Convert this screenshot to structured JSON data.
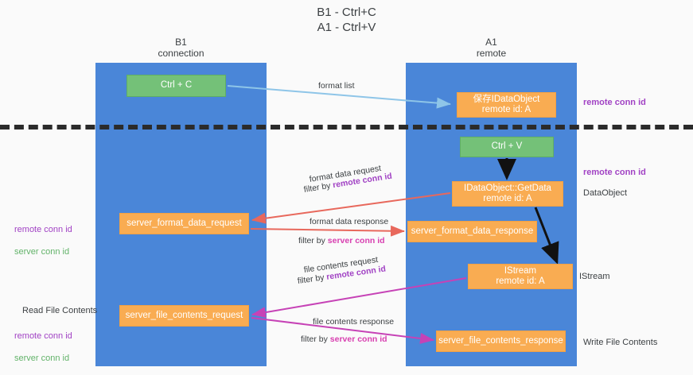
{
  "diagram": {
    "title": "B1 - Ctrl+C\nA1 - Ctrl+V",
    "columns": [
      {
        "id": "b1",
        "label": "B1\nconnection"
      },
      {
        "id": "a1",
        "label": "A1\nremote"
      }
    ],
    "nodes": [
      {
        "id": "ctrl-c",
        "label": "Ctrl + C",
        "color": "#74c178",
        "lane": "b1"
      },
      {
        "id": "idataobject",
        "label": "保存IDataObject\nremote id: A",
        "color": "#f9ac52",
        "lane": "a1"
      },
      {
        "id": "ctrl-v",
        "label": "Ctrl + V",
        "color": "#74c178",
        "lane": "a1"
      },
      {
        "id": "idataobject-getdata",
        "label": "IDataObject::GetData\nremote id: A",
        "color": "#f9ac52",
        "lane": "a1"
      },
      {
        "id": "server-format-data-request",
        "label": "server_format_data_request",
        "color": "#f9ac52",
        "lane": "b1"
      },
      {
        "id": "server-format-data-response",
        "label": "server_format_data_response",
        "color": "#f9ac52",
        "lane": "a1"
      },
      {
        "id": "istream",
        "label": "IStream\nremote id: A",
        "color": "#f9ac52",
        "lane": "a1"
      },
      {
        "id": "server-file-contents-request",
        "label": "server_file_contents_request",
        "color": "#f9ac52",
        "lane": "b1"
      },
      {
        "id": "server-file-contents-response",
        "label": "server_file_contents_response",
        "color": "#f9ac52",
        "lane": "a1"
      }
    ],
    "edge_labels": {
      "format_list": "format list",
      "format_data_request": "format data request",
      "format_data_request_filter_prefix": "filter by ",
      "format_data_request_filter_key": "remote conn id",
      "format_data_response": "format data response",
      "format_data_response_filter_prefix": "filter by ",
      "format_data_response_filter_key": "server conn id",
      "file_contents_request": "file contents request",
      "file_contents_request_filter_prefix": "filter by ",
      "file_contents_request_filter_key": "remote conn id",
      "file_contents_response": "file contents response",
      "file_contents_response_filter_prefix": "filter by ",
      "file_contents_response_filter_key": "server conn id"
    },
    "annotations": {
      "right_remote_conn_id_top": "remote conn id",
      "right_remote_conn_id_mid": "remote conn id",
      "right_dataobject": "DataObject",
      "right_istream": "IStream",
      "right_write_file_contents": "Write File Contents",
      "left_remote_conn_id": "remote conn id",
      "left_server_conn_id": "server conn id",
      "left_read_file_contents": "Read File Contents",
      "left_remote_conn_id_2": "remote conn id",
      "left_server_conn_id_2": "server conn id"
    },
    "colors": {
      "lane": "#4a86d8",
      "node_green": "#74c178",
      "node_orange": "#f9ac52",
      "remote_conn_id": "#a142c4",
      "server_conn_id": "#63b36a",
      "server_conn_id_label": "#d83fb0",
      "separator": "#2b2b2b",
      "arrow_blue": "#8ec5e8",
      "arrow_red": "#e8685c",
      "arrow_magenta": "#c642b6",
      "arrow_black": "#1a1a1a",
      "background": "#fafafa"
    }
  }
}
